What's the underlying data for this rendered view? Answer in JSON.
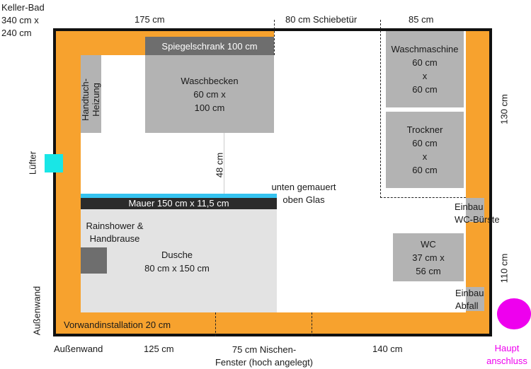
{
  "title": {
    "line1": "Keller-Bad",
    "line2": "340 cm x",
    "line3": "240 cm"
  },
  "dimensions": {
    "top_left": "175 cm",
    "top_middle": "80 cm Schiebetür",
    "top_right": "85 cm",
    "right_upper": "130 cm",
    "right_lower": "110 cm",
    "bottom_left": "125  cm",
    "bottom_niche_line1": "75 cm Nischen-",
    "bottom_niche_line2": "Fenster (hoch angelegt)",
    "bottom_right": "140 cm",
    "vertical_gap": "48 cm"
  },
  "walls": {
    "left_wall": "Außenwand",
    "bottom_wall": "Außenwand",
    "installation": "Vorwandinstallation 20 cm"
  },
  "fixtures": {
    "mirror_cabinet": "Spiegelschrank 100 cm",
    "sink": {
      "line1": "Waschbecken",
      "line2": "60 cm x",
      "line3": "100 cm"
    },
    "towel_heater": {
      "line1": "Handtuch-",
      "line2": "Heizung"
    },
    "washing_machine": {
      "line1": "Waschmaschine",
      "line2": "60 cm",
      "line3": "x",
      "line4": "60 cm"
    },
    "dryer": {
      "line1": "Trockner",
      "line2": "60 cm",
      "line3": "x",
      "line4": "60 cm"
    },
    "wall_partition": "Mauer 150 cm x 11,5 cm",
    "wall_note": {
      "line1": "unten gemauert",
      "line2": "oben Glas"
    },
    "rainshower": {
      "line1": "Rainshower &",
      "line2": "Handbrause"
    },
    "shower": {
      "line1": "Dusche",
      "line2": "80 cm x 150 cm"
    },
    "wc": {
      "line1": "WC",
      "line2": "37 cm x",
      "line3": "56 cm"
    },
    "wc_brush": {
      "line1": "Einbau",
      "line2": "WC-Bürste"
    },
    "waste": {
      "line1": "Einbau",
      "line2": "Abfall"
    },
    "fan": "Lüfter",
    "main_connection": {
      "line1": "Haupt",
      "line2": "anschluss"
    }
  },
  "colors": {
    "wall_orange": "#f7a22e",
    "outline": "#111111",
    "fixture_gray": "#b3b3b3",
    "mirror_dark": "#6e6e6e",
    "shower_light": "#e3e3e3",
    "partition_dark": "#2b2b2b",
    "glass_cyan": "#35c3f0",
    "fan_cyan": "#19e6e6",
    "drain_magenta": "#ee00ee"
  }
}
